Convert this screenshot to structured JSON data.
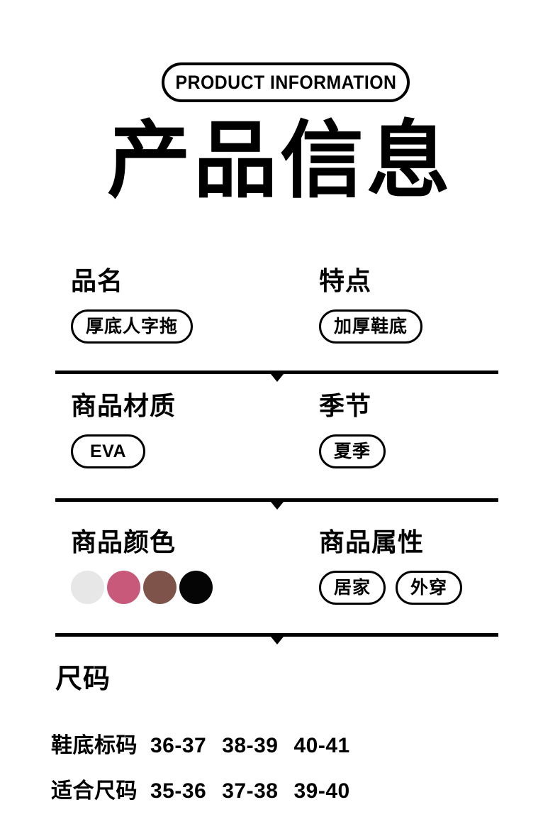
{
  "header": {
    "badge_label": "PRODUCT INFORMATION",
    "title": "产品信息"
  },
  "specs": {
    "rows": [
      {
        "left": {
          "label": "品名",
          "pills": [
            "厚底人字拖"
          ]
        },
        "right": {
          "label": "特点",
          "pills": [
            "加厚鞋底"
          ]
        }
      },
      {
        "left": {
          "label": "商品材质",
          "pills": [
            "EVA"
          ]
        },
        "right": {
          "label": "季节",
          "pills": [
            "夏季"
          ]
        }
      },
      {
        "left": {
          "label": "商品颜色",
          "swatches": [
            {
              "name": "white",
              "hex": "#e7e7e7"
            },
            {
              "name": "pink",
              "hex": "#c9597a"
            },
            {
              "name": "brown",
              "hex": "#7e544a"
            },
            {
              "name": "black",
              "hex": "#050505"
            }
          ]
        },
        "right": {
          "label": "商品属性",
          "pills": [
            "居家",
            "外穿"
          ]
        }
      }
    ]
  },
  "size": {
    "title": "尺码",
    "rows": [
      {
        "label": "鞋底标码",
        "values": [
          "36-37",
          "38-39",
          "40-41"
        ]
      },
      {
        "label": "适合尺码",
        "values": [
          "35-36",
          "37-38",
          "39-40"
        ]
      }
    ]
  },
  "theme": {
    "background": "#ffffff",
    "foreground": "#000000"
  }
}
